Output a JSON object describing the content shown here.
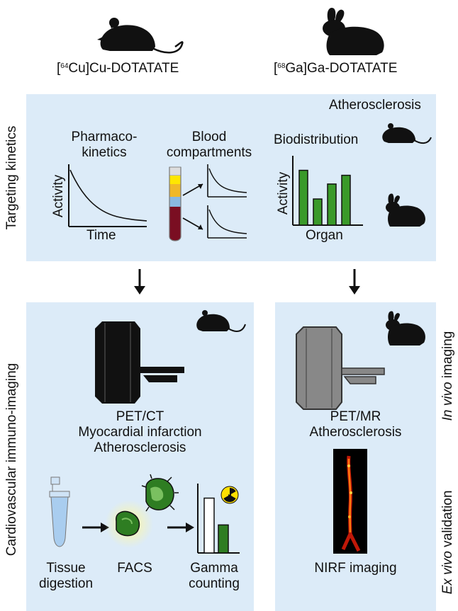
{
  "header": {
    "left_tracer": {
      "isotope": "64",
      "prefix": "[",
      "mid": "Cu]Cu-DOTATATE"
    },
    "right_tracer": {
      "isotope": "68",
      "prefix": "[",
      "mid": "Ga]Ga-DOTATATE"
    }
  },
  "side_labels": {
    "targeting": "Targeting kinetics",
    "cardio": "Cardiovascular immuno-imaging",
    "in_vivo_em": "In vivo",
    "in_vivo_rest": " imaging",
    "ex_vivo_em": "Ex vivo",
    "ex_vivo_rest": " validation"
  },
  "kinetics": {
    "atherosclerosis": "Atherosclerosis",
    "pharmaco_line1": "Pharmaco-",
    "pharmaco_line2": "kinetics",
    "blood_line1": "Blood",
    "blood_line2": "compartments",
    "biodistribution": "Biodistribution",
    "activity_label": "Activity",
    "time_label": "Time",
    "organ_label": "Organ",
    "bar_values": [
      0.88,
      0.42,
      0.66,
      0.8
    ]
  },
  "left_imaging": {
    "line1": "PET/CT",
    "line2": "Myocardial infarction",
    "line3": "Atherosclerosis",
    "tissue_line1": "Tissue",
    "tissue_line2": "digestion",
    "facs": "FACS",
    "gamma_line1": "Gamma",
    "gamma_line2": "counting",
    "gamma_bar_values": [
      0.88,
      0.45
    ]
  },
  "right_imaging": {
    "line1": "PET/MR",
    "line2": "Atherosclerosis",
    "nirf": "NIRF imaging"
  },
  "colors": {
    "panel": "#dcebf8",
    "bar_green": "#3a9a2a",
    "cell_green": "#2e7d22",
    "tube_blue": "#a9cdef"
  }
}
